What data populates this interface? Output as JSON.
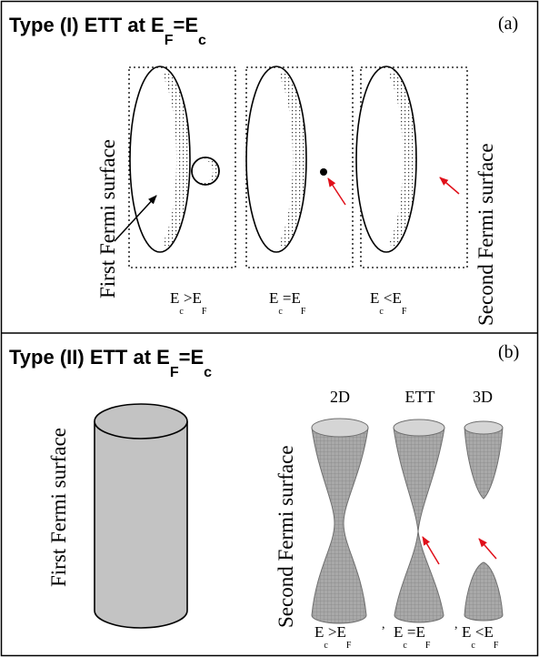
{
  "panel_a": {
    "title": {
      "main": "Type (I) ETT at E",
      "sub1": "F",
      "eq": "=E",
      "sub2": "c"
    },
    "tag": "(a)",
    "left_vertical_label": "First Fermi surface",
    "right_vertical_label": "Second Fermi surface",
    "conditions": [
      {
        "a": "E",
        "sa": "c",
        "op": ">",
        "b": "E",
        "sb": "F"
      },
      {
        "a": "E",
        "sa": "c",
        "op": "=",
        "b": "E",
        "sb": "F"
      },
      {
        "a": "E",
        "sa": "c",
        "op": "<",
        "b": "E",
        "sb": "F"
      }
    ]
  },
  "panel_b": {
    "title": {
      "main": "Type (II) ETT  at E",
      "sub1": "F",
      "eq": "=E",
      "sub2": "c"
    },
    "tag": "(b)",
    "left_vertical_label": "First Fermi surface",
    "middle_vertical_label": "Second Fermi surface",
    "column_headers": [
      "2D",
      "ETT",
      "3D"
    ],
    "conditions": [
      {
        "a": "E",
        "sa": "c",
        "op": ">",
        "b": "E",
        "sb": "F"
      },
      {
        "a": "E",
        "sa": "c",
        "op": "=",
        "b": "E",
        "sb": "F"
      },
      {
        "a": "E",
        "sa": "c",
        "op": "<",
        "b": "E",
        "sb": "F"
      }
    ]
  },
  "colors": {
    "frame": "#000000",
    "cylinder_fill": "#c3c3c3",
    "surface_fill": "#a9a9a9",
    "arrow_red": "#e0101a"
  }
}
